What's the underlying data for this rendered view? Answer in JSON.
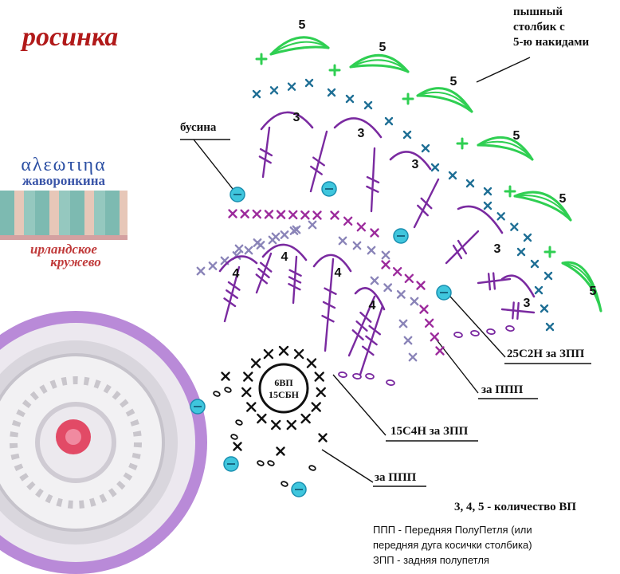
{
  "title": "росинка",
  "author": {
    "first_name": "αλεωτιηα",
    "last_name": "жаворонкина",
    "subtitle_line1": "ирландское",
    "subtitle_line2": "кружево"
  },
  "labels": {
    "puff_stitch_line1": "пышный",
    "puff_stitch_line2": "столбик с",
    "puff_stitch_line3": "5-ю накидами",
    "bead": "бусина",
    "c25": "25С2Н за ЗПП",
    "ppp_1": "за ППП",
    "c15": "15С4Н за ЗПП",
    "ppp_2": "за ППП",
    "center_line1": "6ВП",
    "center_line2": "15СБН"
  },
  "chain_counts": {
    "row3": [
      "3",
      "3",
      "3",
      "3",
      "3"
    ],
    "row4": [
      "4",
      "4",
      "4",
      "4"
    ],
    "row5": [
      "5",
      "5",
      "5",
      "5",
      "5",
      "5"
    ]
  },
  "legend": {
    "count_note": "3, 4, 5 - количество ВП",
    "ppp_line1": "ППП - Передняя ПолуПетля (или",
    "ppp_line2": "передняя дуга косички столбика)",
    "zpp": "ЗПП - задняя полупетля"
  },
  "colors": {
    "title": "#b11a1a",
    "black_stitches": "#111111",
    "purple": "#7a2aa0",
    "magenta": "#9c2b9c",
    "lavender": "#8a84b8",
    "teal": "#1f6f95",
    "green": "#2fcf52",
    "bead": "#3fc6dd"
  }
}
